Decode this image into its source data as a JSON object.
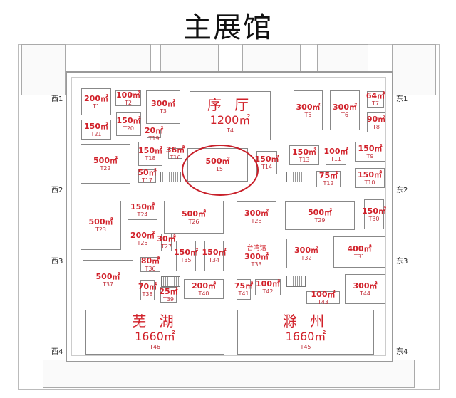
{
  "title": "主展馆",
  "side_labels": {
    "west": [
      "西1",
      "西2",
      "西3",
      "西4"
    ],
    "east": [
      "东1",
      "东2",
      "东3",
      "东4"
    ]
  },
  "highlight": "T15",
  "colors": {
    "booth_text": "#d1212a",
    "highlight_circle": "#c8202a"
  },
  "booths": [
    {
      "id": "T1",
      "area": "200㎡"
    },
    {
      "id": "T2",
      "area": "100㎡"
    },
    {
      "id": "T3",
      "area": "300㎡"
    },
    {
      "id": "T4",
      "area": "1200㎡",
      "name": "序 厅"
    },
    {
      "id": "T5",
      "area": "300㎡"
    },
    {
      "id": "T6",
      "area": "300㎡"
    },
    {
      "id": "T7",
      "area": "64㎡"
    },
    {
      "id": "T8",
      "area": "90㎡"
    },
    {
      "id": "T9",
      "area": "150㎡"
    },
    {
      "id": "T10",
      "area": "150㎡"
    },
    {
      "id": "T11",
      "area": "100㎡"
    },
    {
      "id": "T12",
      "area": "75㎡"
    },
    {
      "id": "T13",
      "area": "150㎡"
    },
    {
      "id": "T14",
      "area": "150㎡"
    },
    {
      "id": "T15",
      "area": "500㎡"
    },
    {
      "id": "T16",
      "area": "36㎡"
    },
    {
      "id": "T17",
      "area": "50㎡"
    },
    {
      "id": "T18",
      "area": "150㎡"
    },
    {
      "id": "T19",
      "area": "20㎡"
    },
    {
      "id": "T20",
      "area": "150㎡"
    },
    {
      "id": "T21",
      "area": "150㎡"
    },
    {
      "id": "T22",
      "area": "500㎡"
    },
    {
      "id": "T23",
      "area": "500㎡"
    },
    {
      "id": "T24",
      "area": "150㎡"
    },
    {
      "id": "T25",
      "area": "200㎡"
    },
    {
      "id": "T26",
      "area": "500㎡"
    },
    {
      "id": "T27",
      "area": "30㎡"
    },
    {
      "id": "T28",
      "area": "300㎡"
    },
    {
      "id": "T29",
      "area": "500㎡"
    },
    {
      "id": "T30",
      "area": "150㎡"
    },
    {
      "id": "T31",
      "area": "400㎡"
    },
    {
      "id": "T32",
      "area": "300㎡"
    },
    {
      "id": "T33",
      "area": "300㎡",
      "name": "台湾馆"
    },
    {
      "id": "T34",
      "area": "150㎡"
    },
    {
      "id": "T35",
      "area": "150㎡"
    },
    {
      "id": "T36",
      "area": "80㎡"
    },
    {
      "id": "T37",
      "area": "500㎡"
    },
    {
      "id": "T38",
      "area": "70㎡"
    },
    {
      "id": "T39",
      "area": "25㎡"
    },
    {
      "id": "T40",
      "area": "200㎡"
    },
    {
      "id": "T41",
      "area": "75㎡"
    },
    {
      "id": "T42",
      "area": "100㎡"
    },
    {
      "id": "T43",
      "area": "100㎡"
    },
    {
      "id": "T44",
      "area": "300㎡"
    },
    {
      "id": "T45",
      "area": "1660㎡",
      "name": "滁 州"
    },
    {
      "id": "T46",
      "area": "1660㎡",
      "name": "芜 湖"
    }
  ]
}
